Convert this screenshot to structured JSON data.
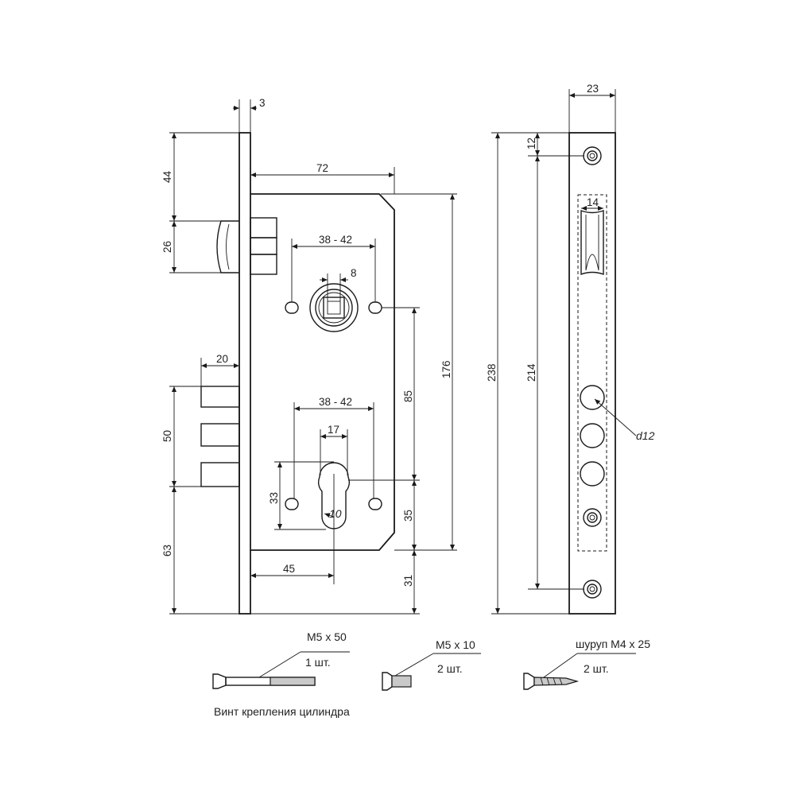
{
  "dimensions": {
    "face_thickness": "3",
    "case_depth": "72",
    "top_offset": "44",
    "latch_height": "26",
    "spindle_spacing": "38 - 42",
    "spindle": "8",
    "handle_to_cylinder": "85",
    "case_height": "176",
    "bolt_projection": "20",
    "cylinder_spacing": "38 - 42",
    "cylinder_width": "17",
    "bolt_span": "50",
    "cylinder_height": "33",
    "cylinder_radius": "10",
    "cylinder_to_bottom": "35",
    "bottom_offset": "63",
    "backset": "45",
    "bottom_gap": "31",
    "strike_width": "23",
    "screw_inset": "12",
    "latch_window": "14",
    "screw_spacing": "214",
    "strike_height": "238",
    "bolt_hole": "d12"
  },
  "fasteners": [
    {
      "size": "M5 x 50",
      "qty": "1 шт.",
      "caption": "Винт крепления цилиндра"
    },
    {
      "size": "M5 x 10",
      "qty": "2 шт."
    },
    {
      "size": "шуруп М4 х 25",
      "qty": "2 шт."
    }
  ]
}
